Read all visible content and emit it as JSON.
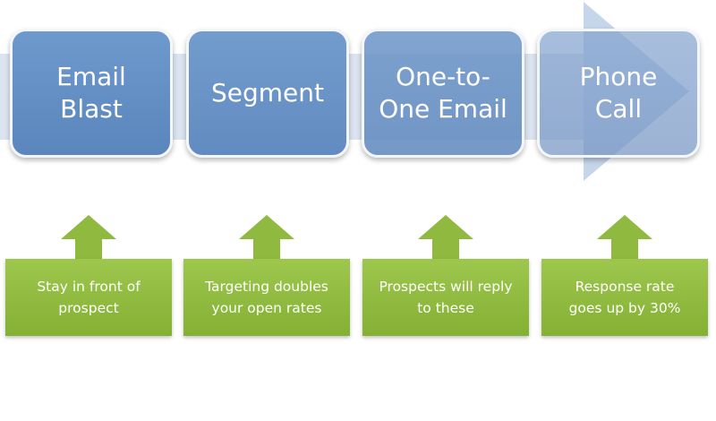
{
  "process_steps": [
    {
      "label": "Email\nBlast",
      "color": "#5f8ac0"
    },
    {
      "label": "Segment",
      "color": "#6690c4"
    },
    {
      "label": "One-to-\nOne Email",
      "color": "#6b94c7"
    },
    {
      "label": "Phone\nCall",
      "color": "#7e9fcc"
    }
  ],
  "benefits": [
    {
      "text": "Stay in front of\nprospect"
    },
    {
      "text": "Targeting doubles\nyour open rates"
    },
    {
      "text": "Prospects will reply\nto these"
    },
    {
      "text": "Response rate\ngoes up by 30%"
    }
  ],
  "colors": {
    "step_blue": "#6690c4",
    "benefit_green": "#8fba3f",
    "arrow_bg": "#c5d4e8"
  }
}
